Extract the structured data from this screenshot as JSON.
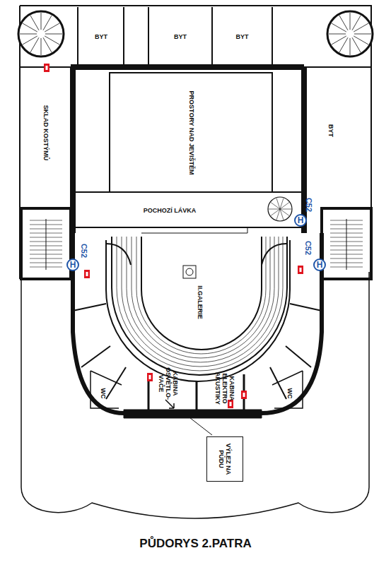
{
  "diagram": {
    "title": "PŮDORYS 2.PATRA",
    "nodes": [
      {
        "text": [
          "BYT"
        ]
      },
      {
        "text": [
          "BYT"
        ]
      },
      {
        "text": [
          "BYT"
        ]
      },
      {
        "text": [
          "SKLAD KOSTÝMŮ"
        ]
      },
      {
        "text": [
          "PROSTORY NAD JEVIŠTĚM"
        ]
      },
      {
        "text": [
          "BYT"
        ]
      },
      {
        "text": [
          "C52",
          "H"
        ]
      },
      {
        "text": [
          "POCHOZÍ LÁVKA"
        ]
      },
      {
        "text": [
          "C52",
          "H"
        ]
      },
      {
        "text": [
          "C52",
          "H"
        ]
      },
      {
        "text": [
          "II.GALERIE"
        ]
      },
      {
        "text": [
          "WC"
        ]
      },
      {
        "text": [
          "KABINA OSVĚTLO- VAČE"
        ]
      },
      {
        "text": [
          "KABINA ELEKTRO AKUSTIKY"
        ]
      },
      {
        "text": [
          "WC"
        ]
      },
      {
        "text": [
          "VÝLEZ NA PŮDU"
        ]
      }
    ]
  }
}
